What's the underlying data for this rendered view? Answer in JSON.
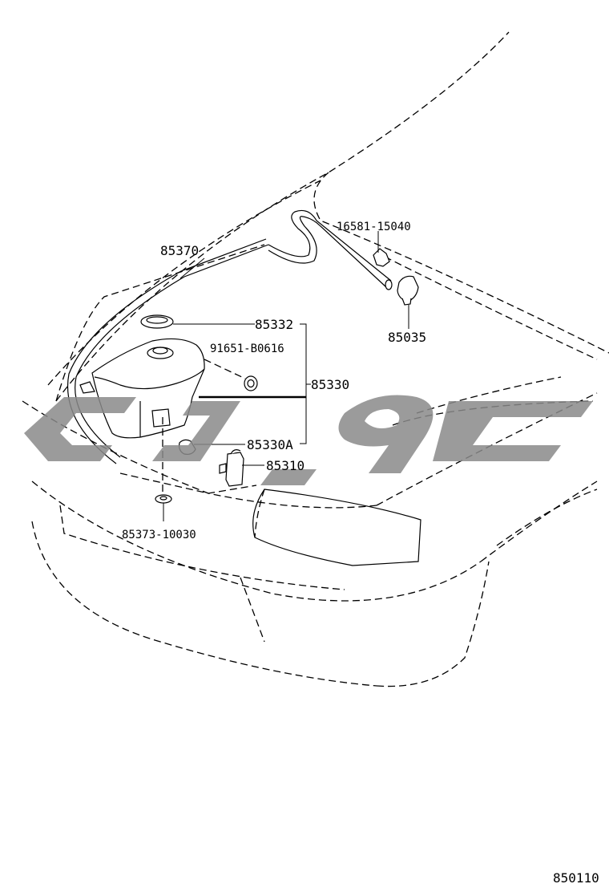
{
  "diagram": {
    "figure_number": "850110",
    "labels": {
      "hose_main": "85370",
      "clamp": "16581-15040",
      "nozzle": "85035",
      "cap": "85332",
      "bolt": "91651-B0616",
      "tank_assembly": "85330",
      "tank_sub": "85330A",
      "pump": "85310",
      "grommet": "85373-10030"
    }
  }
}
